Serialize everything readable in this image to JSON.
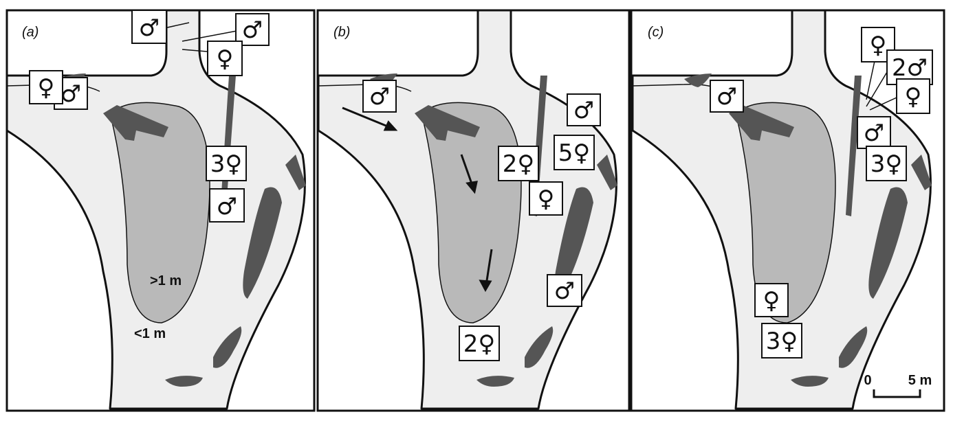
{
  "panels": [
    {
      "label": "(a)",
      "badges": [
        {
          "text": "♂"
        },
        {
          "text": "♂"
        },
        {
          "text": "♀"
        },
        {
          "text": "♀"
        },
        {
          "text": "♂"
        },
        {
          "text": "3♀"
        },
        {
          "text": "♂"
        }
      ],
      "depth_labels": [
        ">1 m",
        "<1 m"
      ]
    },
    {
      "label": "(b)",
      "badges": [
        {
          "text": "♂"
        },
        {
          "text": "♂"
        },
        {
          "text": "2♀"
        },
        {
          "text": "5♀"
        },
        {
          "text": "♀"
        },
        {
          "text": "♂"
        },
        {
          "text": "2♀"
        }
      ]
    },
    {
      "label": "(c)",
      "badges": [
        {
          "text": "♀"
        },
        {
          "text": "2♂"
        },
        {
          "text": "♂"
        },
        {
          "text": "♀"
        },
        {
          "text": "♂"
        },
        {
          "text": "3♀"
        },
        {
          "text": "♀"
        },
        {
          "text": "3♀"
        }
      ]
    }
  ],
  "scale_bar": {
    "start": "0",
    "end": "5 m"
  },
  "colors": {
    "shallow": "#eeeeee",
    "deep": "#b9b9b9",
    "vegetation": "#555555",
    "outline": "#111111",
    "background": "#ffffff"
  }
}
